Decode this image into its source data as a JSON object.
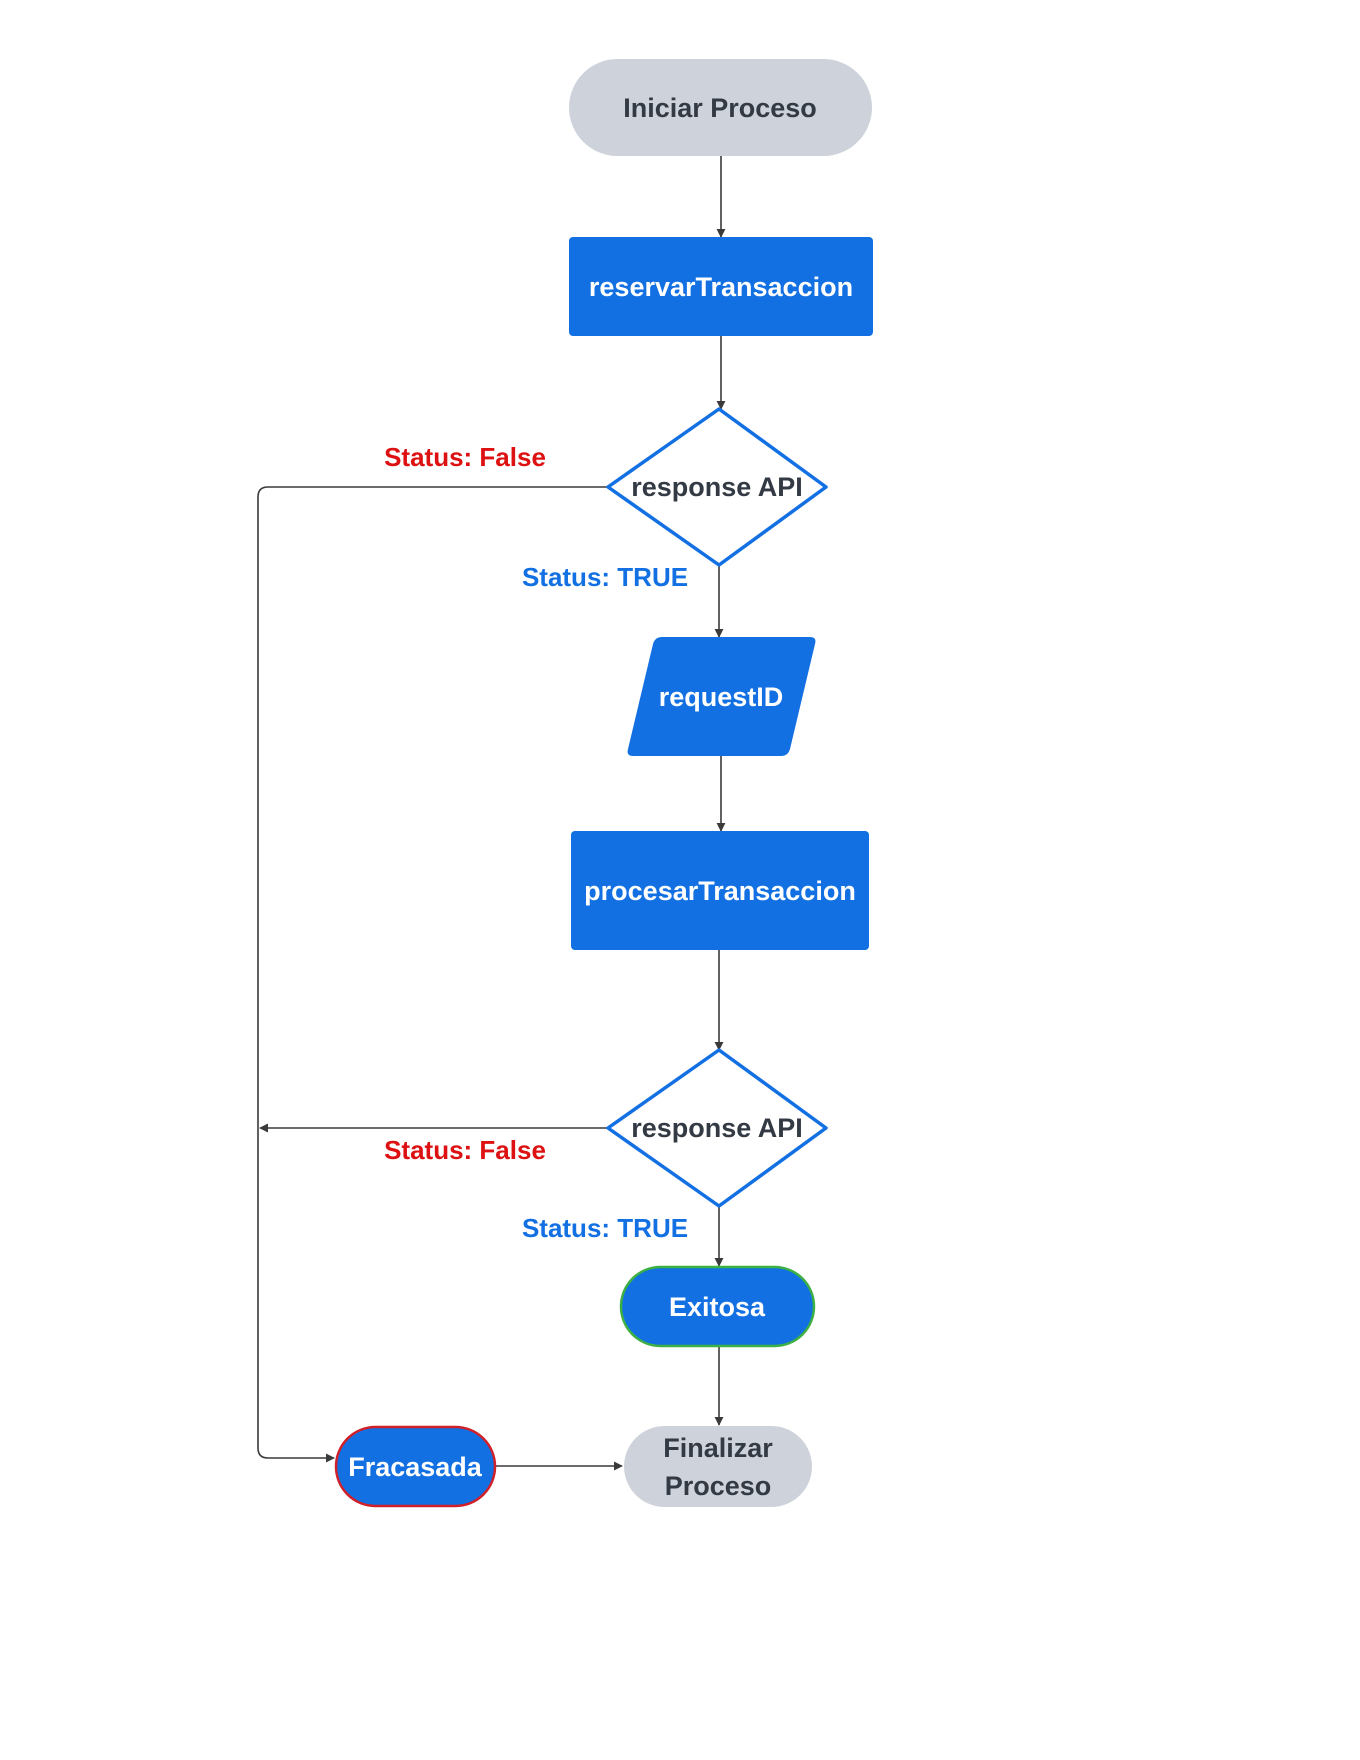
{
  "colors": {
    "primary_blue": "#1270E3",
    "terminal_gray": "#CED3DB",
    "dark_text": "#333A44",
    "false_red": "#DD1111",
    "true_blue": "#1270E3",
    "success_border": "#3CB043",
    "failure_border": "#D0202A",
    "connector": "#3A3A3A"
  },
  "nodes": {
    "start": {
      "label": "Iniciar Proceso"
    },
    "reservar": {
      "label": "reservarTransaccion"
    },
    "decision1": {
      "label": "response API"
    },
    "request_id": {
      "label": "requestID"
    },
    "procesar": {
      "label": "procesarTransaccion"
    },
    "decision2": {
      "label": "response API"
    },
    "exitosa": {
      "label": "Exitosa"
    },
    "fracasada": {
      "label": "Fracasada"
    },
    "end": {
      "line1": "Finalizar",
      "line2": "Proceso"
    }
  },
  "edges": {
    "decision1_false": "Status: False",
    "decision1_true": "Status: TRUE",
    "decision2_false": "Status: False",
    "decision2_true": "Status: TRUE"
  }
}
